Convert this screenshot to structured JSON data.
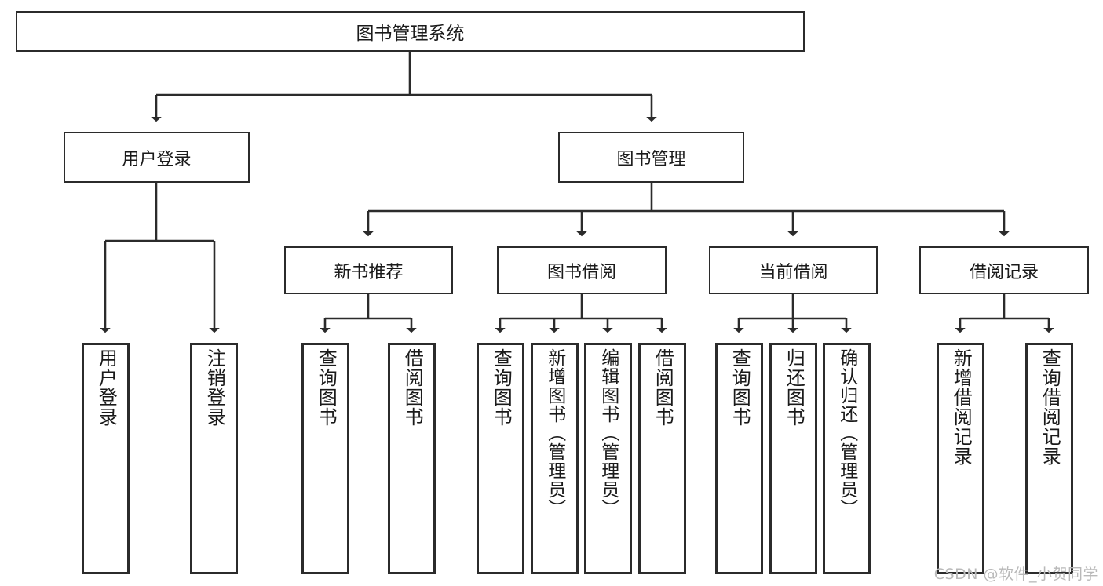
{
  "diagram": {
    "type": "tree-hierarchy-chart",
    "title": "图书管理系统",
    "colors": {
      "box_border": "#2b2b2b",
      "box_fill": "#ffffff",
      "connector": "#2b2b2b",
      "background": "#ffffff",
      "watermark": "#b9b9b9"
    },
    "root": {
      "label": "图书管理系统"
    },
    "level2": [
      {
        "id": "user-login",
        "label": "用户登录"
      },
      {
        "id": "book-management",
        "label": "图书管理"
      }
    ],
    "level3": [
      {
        "id": "new-book-recommend",
        "label": "新书推荐",
        "parent": "book-management"
      },
      {
        "id": "book-borrow",
        "label": "图书借阅",
        "parent": "book-management"
      },
      {
        "id": "current-borrow",
        "label": "当前借阅",
        "parent": "book-management"
      },
      {
        "id": "borrow-record",
        "label": "借阅记录",
        "parent": "book-management"
      }
    ],
    "leaves": [
      {
        "id": "leaf-user-login",
        "label": "用户登录",
        "parent": "user-login"
      },
      {
        "id": "leaf-logout",
        "label": "注销登录",
        "parent": "user-login"
      },
      {
        "id": "leaf-query-book-1",
        "label": "查询图书",
        "parent": "new-book-recommend"
      },
      {
        "id": "leaf-borrow-book-1",
        "label": "借阅图书",
        "parent": "new-book-recommend"
      },
      {
        "id": "leaf-query-book-2",
        "label": "查询图书",
        "parent": "book-borrow"
      },
      {
        "id": "leaf-add-book",
        "label": "新增图书（管理员）",
        "parent": "book-borrow"
      },
      {
        "id": "leaf-edit-book",
        "label": "编辑图书（管理员）",
        "parent": "book-borrow"
      },
      {
        "id": "leaf-borrow-book-2",
        "label": "借阅图书",
        "parent": "book-borrow"
      },
      {
        "id": "leaf-query-book-3",
        "label": "查询图书",
        "parent": "current-borrow"
      },
      {
        "id": "leaf-return-book",
        "label": "归还图书",
        "parent": "current-borrow"
      },
      {
        "id": "leaf-confirm-return",
        "label": "确认归还（管理员）",
        "parent": "current-borrow"
      },
      {
        "id": "leaf-add-record",
        "label": "新增借阅记录",
        "parent": "borrow-record"
      },
      {
        "id": "leaf-query-record",
        "label": "查询借阅记录",
        "parent": "borrow-record"
      }
    ]
  },
  "watermark": {
    "text": "CSDN @软件_小贺同学"
  }
}
